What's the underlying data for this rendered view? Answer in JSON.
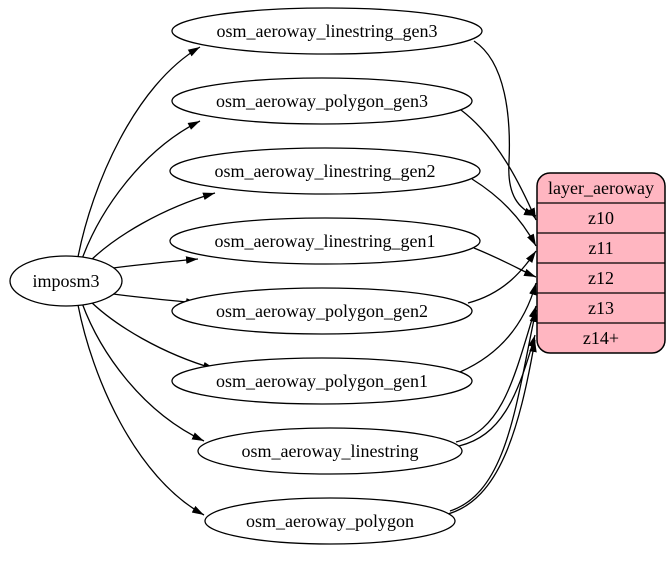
{
  "diagram": {
    "background": "#ffffff",
    "edge_color": "#000000",
    "node_fill": "#ffffff",
    "node_stroke": "#000000",
    "source": {
      "label": "imposm3"
    },
    "tables": [
      {
        "label": "osm_aeroway_linestring_gen3"
      },
      {
        "label": "osm_aeroway_polygon_gen3"
      },
      {
        "label": "osm_aeroway_linestring_gen2"
      },
      {
        "label": "osm_aeroway_linestring_gen1"
      },
      {
        "label": "osm_aeroway_polygon_gen2"
      },
      {
        "label": "osm_aeroway_polygon_gen1"
      },
      {
        "label": "osm_aeroway_linestring"
      },
      {
        "label": "osm_aeroway_polygon"
      }
    ],
    "layer": {
      "title": "layer_aeroway",
      "rows": [
        "z10",
        "z11",
        "z12",
        "z13",
        "z14+"
      ],
      "fill": "#ffb6c1",
      "stroke": "#000000"
    },
    "edges": [
      {
        "from": "imposm3",
        "to": "osm_aeroway_linestring_gen3"
      },
      {
        "from": "imposm3",
        "to": "osm_aeroway_polygon_gen3"
      },
      {
        "from": "imposm3",
        "to": "osm_aeroway_linestring_gen2"
      },
      {
        "from": "imposm3",
        "to": "osm_aeroway_linestring_gen1"
      },
      {
        "from": "imposm3",
        "to": "osm_aeroway_polygon_gen2"
      },
      {
        "from": "imposm3",
        "to": "osm_aeroway_polygon_gen1"
      },
      {
        "from": "imposm3",
        "to": "osm_aeroway_linestring"
      },
      {
        "from": "imposm3",
        "to": "osm_aeroway_polygon"
      },
      {
        "from": "osm_aeroway_linestring_gen3",
        "to": "layer_aeroway:z10"
      },
      {
        "from": "osm_aeroway_polygon_gen3",
        "to": "layer_aeroway:z10"
      },
      {
        "from": "osm_aeroway_linestring_gen2",
        "to": "layer_aeroway:z11"
      },
      {
        "from": "osm_aeroway_polygon_gen2",
        "to": "layer_aeroway:z11"
      },
      {
        "from": "osm_aeroway_linestring_gen1",
        "to": "layer_aeroway:z12"
      },
      {
        "from": "osm_aeroway_polygon_gen1",
        "to": "layer_aeroway:z12"
      },
      {
        "from": "osm_aeroway_linestring",
        "to": "layer_aeroway:z13"
      },
      {
        "from": "osm_aeroway_linestring",
        "to": "layer_aeroway:z14+"
      },
      {
        "from": "osm_aeroway_polygon",
        "to": "layer_aeroway:z13"
      },
      {
        "from": "osm_aeroway_polygon",
        "to": "layer_aeroway:z14+"
      }
    ]
  }
}
